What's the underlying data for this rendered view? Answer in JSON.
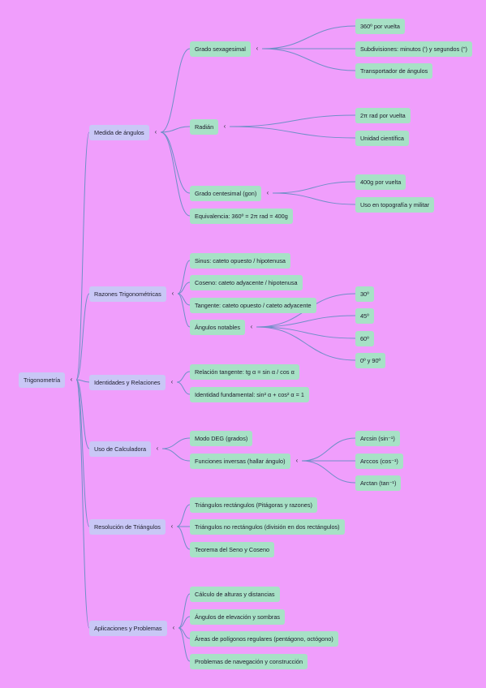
{
  "mindmap": {
    "root": "Trigonometría",
    "branches": [
      {
        "label": "Medida de ángulos",
        "children": [
          {
            "label": "Grado sexagesimal",
            "children": [
              "360º por vuelta",
              "Subdivisiones: minutos (') y segundos ('')",
              "Transportador de ángulos"
            ]
          },
          {
            "label": "Radián",
            "children": [
              "2π rad por vuelta",
              "Unidad científica"
            ]
          },
          {
            "label": "Grado centesimal (gon)",
            "children": [
              "400g por vuelta",
              "Uso en topografía y militar"
            ]
          },
          {
            "label": "Equivalencia: 360º = 2π rad = 400g",
            "children": []
          }
        ]
      },
      {
        "label": "Razones Trigonométricas",
        "children": [
          {
            "label": "Sinus: cateto opuesto / hipotenusa",
            "children": []
          },
          {
            "label": "Coseno: cateto adyacente / hipotenusa",
            "children": []
          },
          {
            "label": "Tangente: cateto opuesto / cateto adyacente",
            "children": []
          },
          {
            "label": "Ángulos notables",
            "children": [
              "30º",
              "45º",
              "60º",
              "0º y 90º"
            ]
          }
        ]
      },
      {
        "label": "Identidades y Relaciones",
        "children": [
          {
            "label": "Relación tangente: tg α = sin α / cos α",
            "children": []
          },
          {
            "label": "Identidad fundamental: sin² α + cos² α = 1",
            "children": []
          }
        ]
      },
      {
        "label": "Uso de Calculadora",
        "children": [
          {
            "label": "Modo DEG (grados)",
            "children": []
          },
          {
            "label": "Funciones inversas (hallar ángulo)",
            "children": [
              "Arcsin (sin⁻¹)",
              "Arccos (cos⁻¹)",
              "Arctan (tan⁻¹)"
            ]
          }
        ]
      },
      {
        "label": "Resolución de Triángulos",
        "children": [
          {
            "label": "Triángulos rectángulos (Pitágoras y razones)",
            "children": []
          },
          {
            "label": "Triángulos no rectángulos (división en dos rectángulos)",
            "children": []
          },
          {
            "label": "Teorema del Seno y Coseno",
            "children": []
          }
        ]
      },
      {
        "label": "Aplicaciones y Problemas",
        "children": [
          {
            "label": "Cálculo de alturas y distancias",
            "children": []
          },
          {
            "label": "Ángulos de elevación y sombras",
            "children": []
          },
          {
            "label": "Áreas de polígonos regulares (pentágono, octógono)",
            "children": []
          },
          {
            "label": "Problemas de navegación y construcción",
            "children": []
          }
        ]
      }
    ]
  },
  "icons": {
    "collapse": "‹"
  },
  "colors": {
    "background": "#F09EFC",
    "branch_node": "#C9C7F6",
    "leaf_node": "#A7E1C6",
    "connector": "#6F8FC7"
  }
}
